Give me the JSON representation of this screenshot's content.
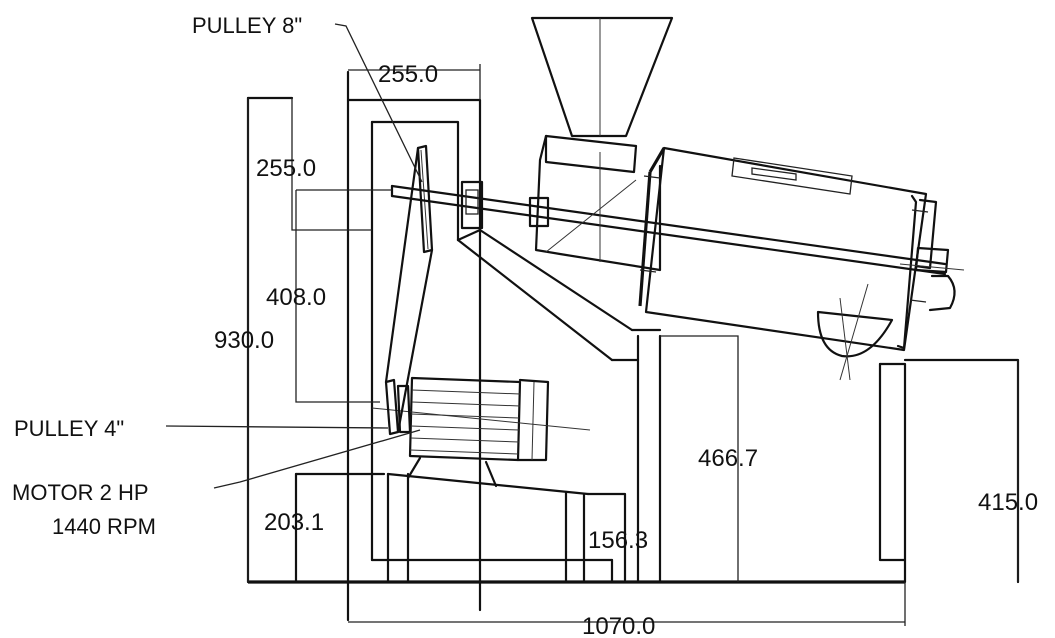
{
  "labels": {
    "pulley_large": "PULLEY 8\"",
    "pulley_small": "PULLEY 4\"",
    "motor_line1": "MOTOR 2 HP",
    "motor_line2": "1440 RPM"
  },
  "dimensions": {
    "frame_top_width": "255.0",
    "upper_offset": "255.0",
    "pulley_centers": "408.0",
    "overall_height": "930.0",
    "motor_base_height": "203.1",
    "step_height": "156.3",
    "support_height": "466.7",
    "right_leg_height": "415.0",
    "overall_length": "1070.0"
  }
}
